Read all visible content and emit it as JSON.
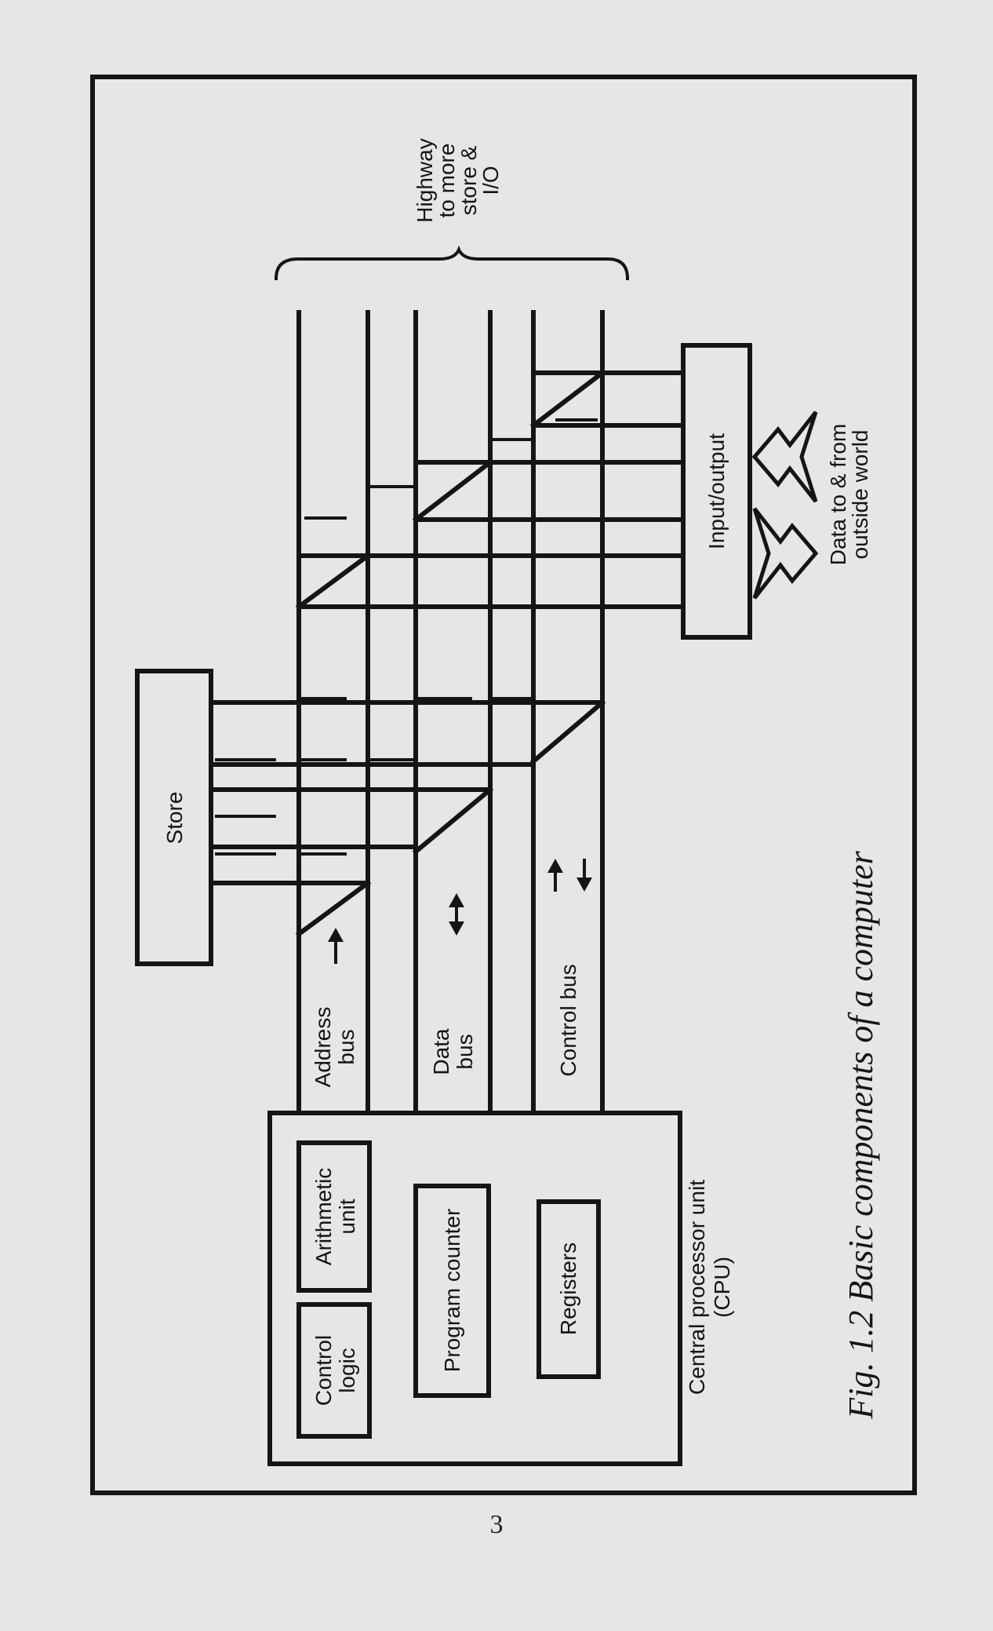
{
  "blocks": {
    "store": "Store",
    "input_output": "Input/output",
    "cpu": [
      "Central processor unit",
      "(CPU)"
    ],
    "control_logic": [
      "Control",
      "logic"
    ],
    "arithmetic_unit": [
      "Arithmetic",
      "unit"
    ],
    "program_counter": "Program counter",
    "registers": "Registers"
  },
  "buses": {
    "address": [
      "Address",
      "bus"
    ],
    "data": [
      "Data",
      "bus"
    ],
    "control": "Control bus"
  },
  "highway": [
    "Highway",
    "to more",
    "store &",
    "I/O"
  ],
  "outside": [
    "Data to & from",
    "outside world"
  ],
  "caption": "Fig. 1.2 Basic components of a computer",
  "page_number": "3",
  "colors": {
    "ink": "#151515",
    "paper": "#e6e6e4"
  }
}
